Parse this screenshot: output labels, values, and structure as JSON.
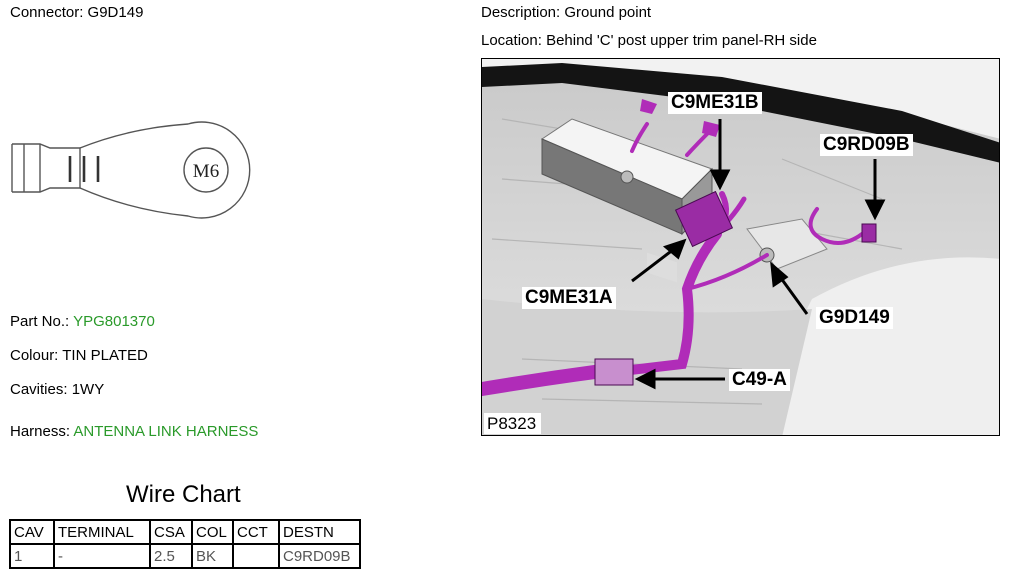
{
  "connector": {
    "label": "Connector:",
    "value": "G9D149"
  },
  "description": {
    "label": "Description:",
    "value": "Ground point"
  },
  "location": {
    "label": "Location:",
    "value": "Behind 'C' post upper trim panel-RH side"
  },
  "terminal": {
    "stud_label": "M6"
  },
  "part_no": {
    "label": "Part No.:",
    "value": "YPG801370"
  },
  "colour": {
    "label": "Colour:",
    "value": "TIN PLATED"
  },
  "cavities": {
    "label": "Cavities:",
    "value": "1WY"
  },
  "harness": {
    "label": "Harness:",
    "value": "ANTENNA LINK HARNESS"
  },
  "wire_chart": {
    "title": "Wire Chart",
    "headers": [
      "CAV",
      "TERMINAL",
      "CSA",
      "COL",
      "CCT",
      "DESTN"
    ],
    "rows": [
      [
        "1",
        "-",
        "2.5",
        "BK",
        "",
        "C9RD09B"
      ]
    ]
  },
  "photo": {
    "id": "P8323",
    "callouts": {
      "c9me31b": "C9ME31B",
      "c9rd09b": "C9RD09B",
      "c9me31a": "C9ME31A",
      "g9d149": "G9D149",
      "c49a": "C49-A"
    }
  },
  "colors": {
    "link_green": "#2a9a2a",
    "harness_magenta": "#b02cb8"
  }
}
